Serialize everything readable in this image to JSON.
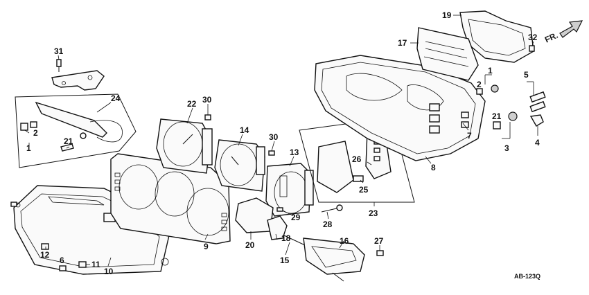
{
  "diagram": {
    "code": "AB-123Q",
    "direction_label": "FR.",
    "callouts": [
      {
        "id": "c31",
        "text": "31"
      },
      {
        "id": "c24",
        "text": "24"
      },
      {
        "id": "c2a",
        "text": "2"
      },
      {
        "id": "c1a",
        "text": "1"
      },
      {
        "id": "c21a",
        "text": "21"
      },
      {
        "id": "c22",
        "text": "22"
      },
      {
        "id": "c30a",
        "text": "30"
      },
      {
        "id": "c14",
        "text": "14"
      },
      {
        "id": "c30b",
        "text": "30"
      },
      {
        "id": "c13",
        "text": "13"
      },
      {
        "id": "c9",
        "text": "9"
      },
      {
        "id": "c12",
        "text": "12"
      },
      {
        "id": "c6",
        "text": "6"
      },
      {
        "id": "c11",
        "text": "11"
      },
      {
        "id": "c10",
        "text": "10"
      },
      {
        "id": "c20",
        "text": "20"
      },
      {
        "id": "c18",
        "text": "18"
      },
      {
        "id": "c15",
        "text": "15"
      },
      {
        "id": "c29",
        "text": "29"
      },
      {
        "id": "c28",
        "text": "28"
      },
      {
        "id": "c16",
        "text": "16"
      },
      {
        "id": "c27",
        "text": "27"
      },
      {
        "id": "c23",
        "text": "23"
      },
      {
        "id": "c25",
        "text": "25"
      },
      {
        "id": "c26",
        "text": "26"
      },
      {
        "id": "c8",
        "text": "8"
      },
      {
        "id": "c7",
        "text": "7"
      },
      {
        "id": "c19",
        "text": "19"
      },
      {
        "id": "c17",
        "text": "17"
      },
      {
        "id": "c32",
        "text": "32"
      },
      {
        "id": "c1b",
        "text": "1"
      },
      {
        "id": "c2b",
        "text": "2"
      },
      {
        "id": "c5",
        "text": "5"
      },
      {
        "id": "c21b",
        "text": "21"
      },
      {
        "id": "c3",
        "text": "3"
      },
      {
        "id": "c4",
        "text": "4"
      }
    ]
  }
}
